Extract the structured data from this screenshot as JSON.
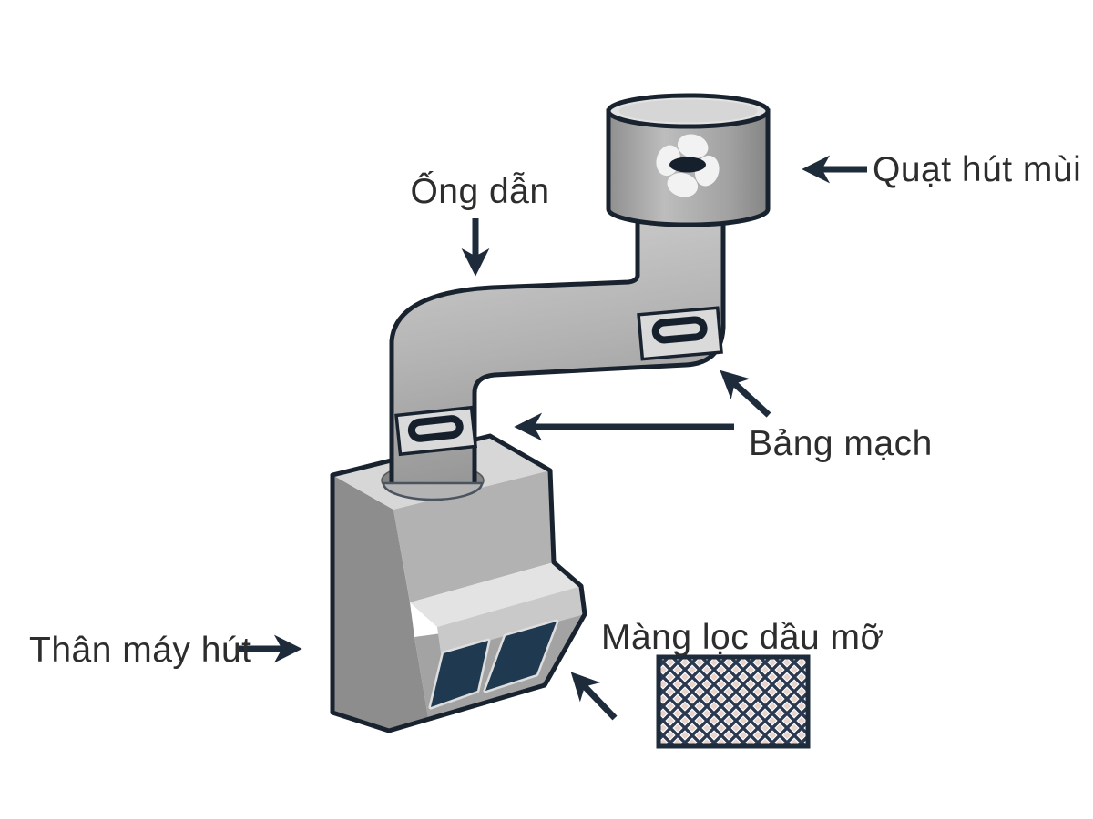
{
  "labels": {
    "duct": "Ống dẫn",
    "fan": "Quạt hút mùi",
    "circuit_board": "Bảng mạch",
    "body": "Thân máy hút",
    "grease_filter": "Màng lọc dầu mỡ"
  },
  "colors": {
    "background": "#ffffff",
    "outline": "#19232f",
    "arrow": "#1d2b3a",
    "text": "#2d2d2d",
    "metal_light": "#d7d7d7",
    "metal_mid": "#a8a8a8",
    "metal_dark": "#8d8d8d",
    "filter_window": "#1e3950",
    "mesh_line": "#2a3850",
    "mesh_diamond": "#e6d4cd"
  }
}
